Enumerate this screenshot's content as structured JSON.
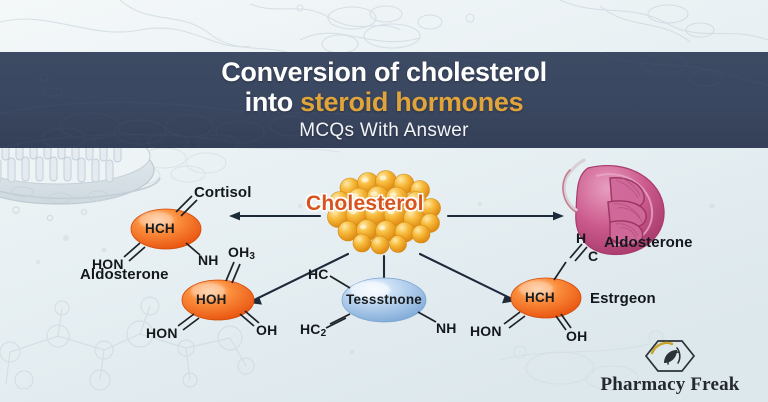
{
  "banner": {
    "title_line1": "Conversion of cholesterol",
    "title_line2_prefix": "into ",
    "title_line2_accent": "steroid hormones",
    "subtitle": "MCQs With Answer",
    "bg_color": "#3a4760",
    "accent_color": "#e0a43a",
    "text_color": "#ffffff"
  },
  "diagram": {
    "center": {
      "label": "Cholesterol",
      "label_color": "#d9531e",
      "cluster_color": "#f2a93b"
    },
    "molecules": [
      {
        "id": "cortisol",
        "name": "Cortisol",
        "core": "HCH",
        "core_color": "#f26a21",
        "groups": [
          "HON",
          "NH"
        ]
      },
      {
        "id": "aldosterone-left",
        "name": "Aldosterone",
        "core": "HOH",
        "core_color": "#f26a21",
        "groups": [
          "OH3",
          "HON",
          "OH"
        ]
      },
      {
        "id": "testosterone",
        "name": "Tessstnone",
        "core": "Tessstnone",
        "core_color": "#9dc1e8",
        "groups": [
          "HC",
          "HC2",
          "NH"
        ]
      },
      {
        "id": "estrogen",
        "name": "Estrgeon",
        "core": "HCH",
        "core_color": "#f26a21",
        "groups": [
          "HON",
          "OH"
        ]
      },
      {
        "id": "aldosterone-right",
        "name": "Aldosterone",
        "core": "",
        "core_color": "#c94f82",
        "groups": [
          "H",
          "C"
        ]
      }
    ],
    "labels": {
      "cortisol": "Cortisol",
      "aldosterone_left": "Aldosterone",
      "aldosterone_right": "Aldosterone",
      "estrogen": "Estrgeon",
      "testosterone": "Tessstnone",
      "hch_left": "HCH",
      "hoh_left": "HOH",
      "hch_right": "HCH",
      "hon_1": "HON",
      "nh_1": "NH",
      "oh3": "OH",
      "oh3_sub": "3",
      "hon_2": "HON",
      "oh_2": "OH",
      "hc_1": "HC",
      "hc_2": "HC",
      "hc_2_sub": "2",
      "nh_2": "NH",
      "hon_3": "HON",
      "oh_3": "OH",
      "h_right": "H",
      "c_right": "C"
    },
    "organelles": [
      {
        "id": "membrane",
        "name": "cell-membrane",
        "color": "#ccd7dd"
      },
      {
        "id": "mitochondrion",
        "name": "mitochondrion",
        "color": "#c5477e"
      }
    ]
  },
  "footer": {
    "brand": "Pharmacy Freak",
    "brand_color": "#24292e",
    "hex_color": "#2b3238",
    "leaf_color": "#c9a227"
  }
}
